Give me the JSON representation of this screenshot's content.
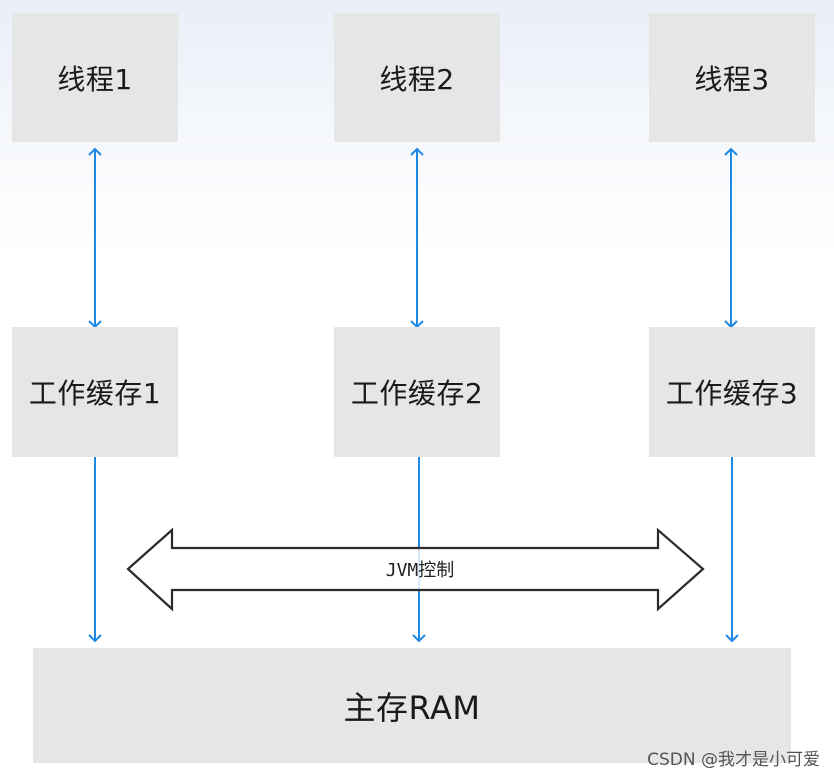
{
  "threads": [
    {
      "label": "线程1"
    },
    {
      "label": "线程2"
    },
    {
      "label": "线程3"
    }
  ],
  "caches": [
    {
      "label": "工作缓存1"
    },
    {
      "label": "工作缓存2"
    },
    {
      "label": "工作缓存3"
    }
  ],
  "main_memory": {
    "label": "主存RAM"
  },
  "jvm_control": {
    "label": "JVM控制"
  },
  "watermark": "CSDN @我才是小可爱",
  "colors": {
    "box_fill": "#e6e6e6",
    "arrow_blue": "#1e88e5",
    "outline_arrow": "#2b2b2b"
  }
}
